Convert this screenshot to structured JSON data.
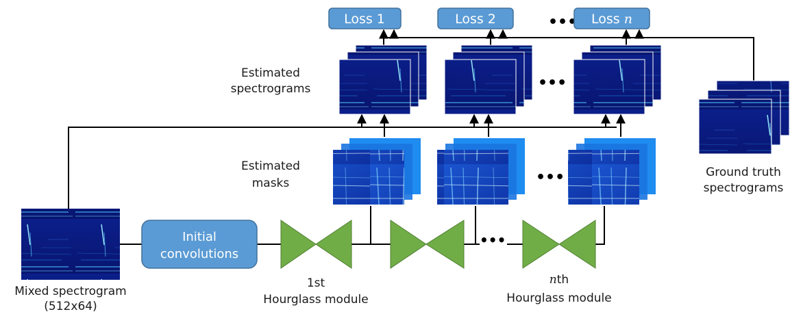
{
  "losses": {
    "l1": "Loss 1",
    "l2": "Loss 2",
    "ln_text": "Loss ",
    "ln_var": "n"
  },
  "labels": {
    "est_spec_1": "Estimated",
    "est_spec_2": "spectrograms",
    "est_masks_1": "Estimated",
    "est_masks_2": "masks",
    "gt_1": "Ground truth",
    "gt_2": "spectrograms",
    "mixed_1": "Mixed spectrogram",
    "mixed_2": "(512x64)",
    "initconv_1": "Initial",
    "initconv_2": "convolutions",
    "hg1_1": "1st",
    "hg1_2": "Hourglass module",
    "hgn_var": "n",
    "hgn_suffix": "th",
    "hgn_2": "Hourglass module"
  },
  "colors": {
    "loss_fill": "#5b9bd5",
    "loss_stroke": "#41719c",
    "initconv_fill": "#5b9bd5",
    "hourglass_fill": "#70ad47",
    "spec_bg": "#0a1a7a",
    "mask_bg": "#1e6fe0",
    "mask_back": "#2a8cf0",
    "line": "#000000"
  },
  "ellipsis": "•••"
}
